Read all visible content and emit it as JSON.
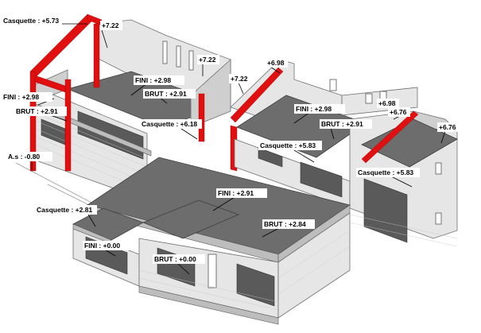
{
  "labels": [
    {
      "id": "casquette-573",
      "text": "Casquette : +5.73"
    },
    {
      "id": "level-722-a",
      "text": "+7.22"
    },
    {
      "id": "level-722-b",
      "text": "+7.22"
    },
    {
      "id": "level-722-c",
      "text": "+7.22"
    },
    {
      "id": "level-698-a",
      "text": "+6.98"
    },
    {
      "id": "level-698-b",
      "text": "+6.98"
    },
    {
      "id": "level-676-a",
      "text": "+6.76"
    },
    {
      "id": "level-676-b",
      "text": "+6.76"
    },
    {
      "id": "fini-298-left",
      "text": "FINI : +2.98"
    },
    {
      "id": "brut-291-left",
      "text": "BRUT : +2.91"
    },
    {
      "id": "fini-298-upper",
      "text": "FINI : +2.98"
    },
    {
      "id": "brut-291-upper",
      "text": "BRUT : +2.91"
    },
    {
      "id": "fini-298-right",
      "text": "FINI : +2.98"
    },
    {
      "id": "brut-291-right",
      "text": "BRUT : +2.91"
    },
    {
      "id": "casquette-618",
      "text": "Casquette : +6.18"
    },
    {
      "id": "casquette-583-mid",
      "text": "Casquette : +5.83"
    },
    {
      "id": "casquette-583-right",
      "text": "Casquette : +5.83"
    },
    {
      "id": "as-080",
      "text": "A.s : -0.80"
    },
    {
      "id": "fini-291-roof",
      "text": "FINI : +2.91"
    },
    {
      "id": "brut-284-roof",
      "text": "BRUT : +2.84"
    },
    {
      "id": "casquette-281",
      "text": "Casquette : +2.81"
    },
    {
      "id": "fini-000",
      "text": "FINI : +0.00"
    },
    {
      "id": "brut-000",
      "text": "BRUT : +0.00"
    }
  ],
  "colors": {
    "wall": "#e6e6e6",
    "slab": "#6d6d6d",
    "highlight": "#e01010",
    "text": "#000000"
  }
}
